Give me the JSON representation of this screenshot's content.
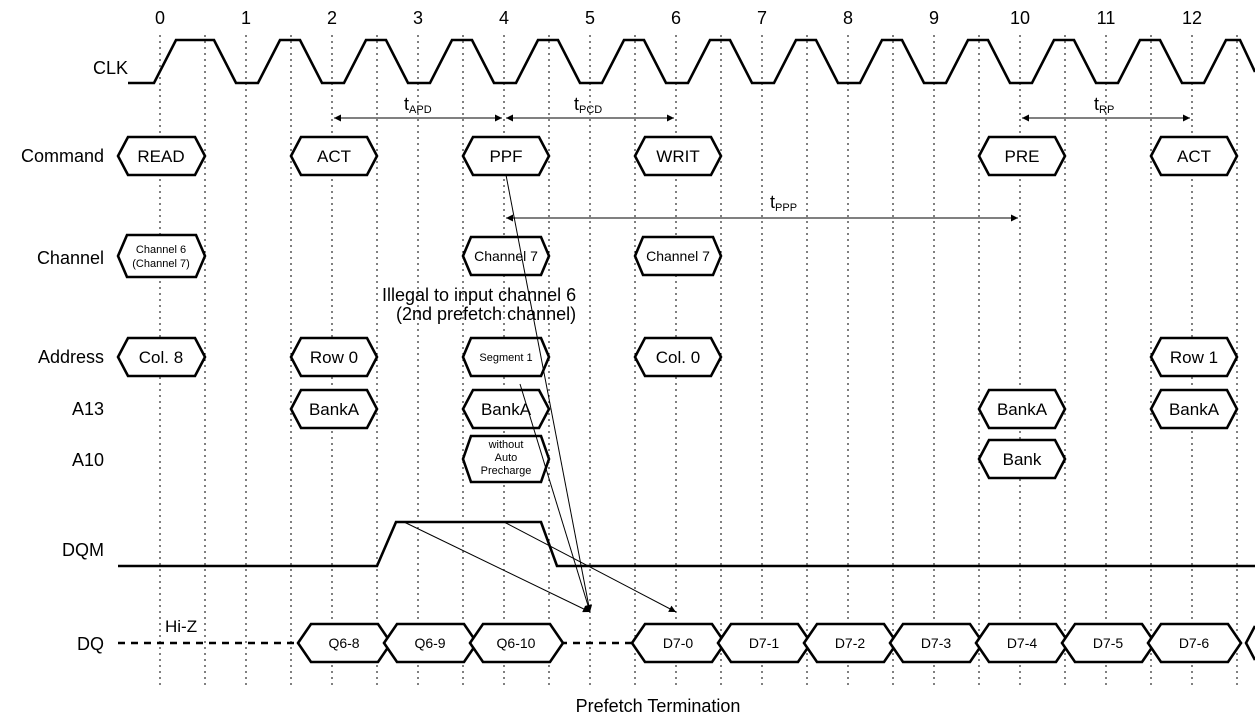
{
  "cycles": [
    "0",
    "1",
    "2",
    "3",
    "4",
    "5",
    "6",
    "7",
    "8",
    "9",
    "10",
    "11",
    "12"
  ],
  "signals": {
    "clk": "CLK",
    "command": "Command",
    "channel": "Channel",
    "address": "Address",
    "a13": "A13",
    "a10": "A10",
    "dqm": "DQM",
    "dq": "DQ"
  },
  "timings": {
    "apd": {
      "main": "t",
      "sub": "APD"
    },
    "pcd": {
      "main": "t",
      "sub": "PCD"
    },
    "rp": {
      "main": "t",
      "sub": "RP"
    },
    "ppp": {
      "main": "t",
      "sub": "PPP"
    }
  },
  "commands": [
    "READ",
    "ACT",
    "PPF",
    "WRIT",
    "PRE",
    "ACT"
  ],
  "channels": {
    "c0_line1": "Channel 6",
    "c0_line2": "(Channel 7)",
    "c4": "Channel 7",
    "c6": "Channel 7"
  },
  "addresses": [
    "Col. 8",
    "Row 0",
    "Segment 1",
    "Col. 0",
    "Row 1"
  ],
  "a13": [
    "BankA",
    "BankA",
    "BankA",
    "BankA"
  ],
  "a10": {
    "c4_line1": "without",
    "c4_line2": "Auto",
    "c4_line3": "Precharge",
    "c10": "Bank"
  },
  "dq": {
    "hiz": "Hi-Z",
    "cells": [
      "Q6-8",
      "Q6-9",
      "Q6-10",
      "D7-0",
      "D7-1",
      "D7-2",
      "D7-3",
      "D7-4",
      "D7-5",
      "D7-6"
    ]
  },
  "annotation": {
    "line1": "Illegal to input channel 6",
    "line2": "(2nd prefetch channel)"
  },
  "caption": "Prefetch Termination"
}
